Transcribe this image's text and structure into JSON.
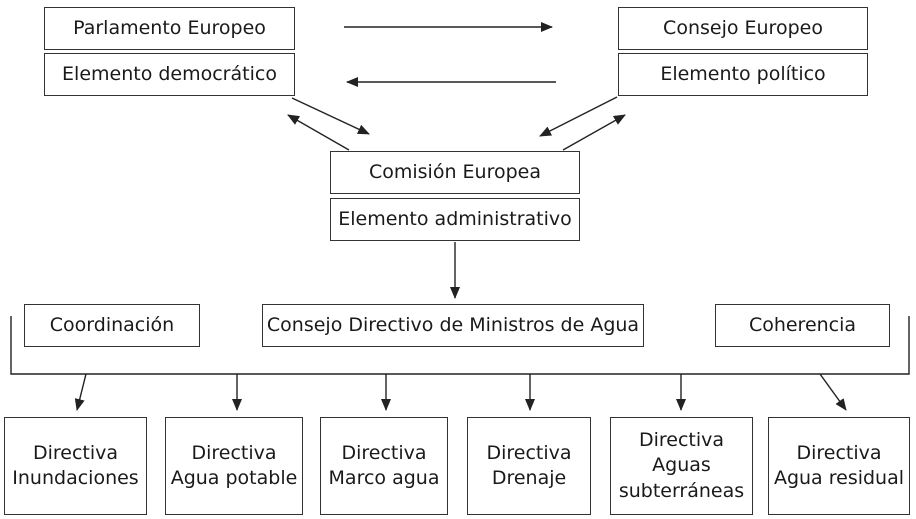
{
  "top": {
    "parliament": {
      "title": "Parlamento Europeo",
      "subtitle": "Elemento democrático"
    },
    "council": {
      "title": "Consejo Europeo",
      "subtitle": "Elemento político"
    }
  },
  "commission": {
    "title": "Comisión Europea",
    "subtitle": "Elemento administrativo"
  },
  "middle": {
    "coordination": "Coordinación",
    "ministers": "Consejo Directivo de Ministros de Agua",
    "coherence": "Coherencia"
  },
  "directives": [
    {
      "lines": [
        "Directiva",
        "Inundaciones"
      ]
    },
    {
      "lines": [
        "Directiva",
        "Agua potable"
      ]
    },
    {
      "lines": [
        "Directiva",
        "Marco agua"
      ]
    },
    {
      "lines": [
        "Directiva",
        "Drenaje"
      ]
    },
    {
      "lines": [
        "Directiva",
        "Aguas",
        "subterráneas"
      ]
    },
    {
      "lines": [
        "Directiva",
        "Agua residual"
      ]
    }
  ],
  "colors": {
    "stroke": "#333333",
    "text": "#1a1a1a",
    "background": "#ffffff"
  }
}
